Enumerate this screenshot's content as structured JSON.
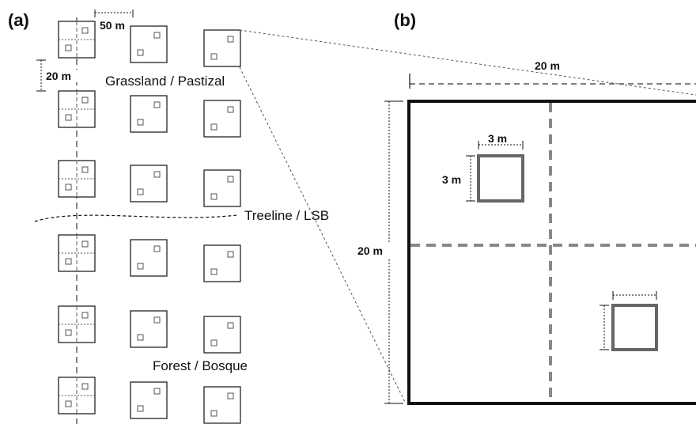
{
  "panels": {
    "a": "(a)",
    "b": "(b)"
  },
  "panel_a": {
    "plot_spacing_label": "50 m",
    "row_spacing_label": "20 m",
    "zones": {
      "upper": "Grassland / Pastizal",
      "boundary": "Treeline / LSB",
      "lower": "Forest / Bosque"
    }
  },
  "panel_b": {
    "plot_width_label": "20 m",
    "plot_height_label": "20 m",
    "subplot_width_label": "3 m",
    "subplot_height_label": "3 m"
  },
  "colors": {
    "frame": "#111111",
    "dash": "#888888",
    "subplot": "#666666"
  }
}
